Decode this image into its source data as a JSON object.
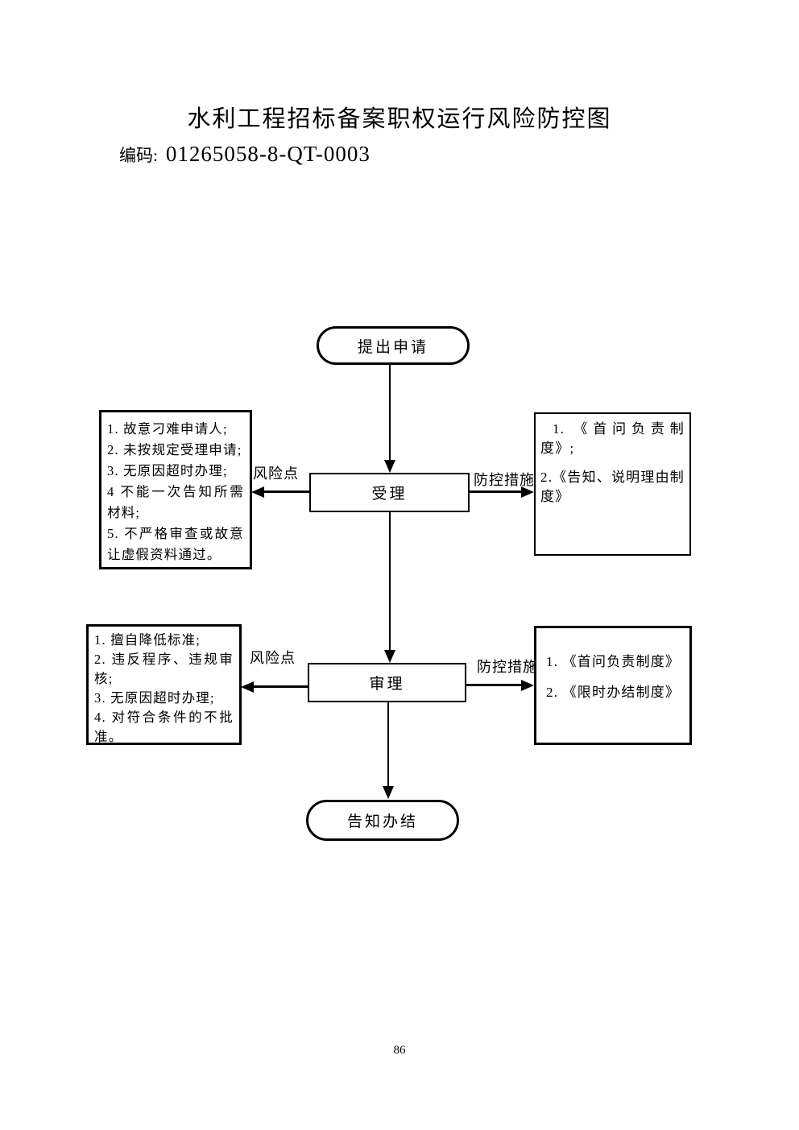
{
  "page": {
    "title": "水利工程招标备案职权运行风险防控图",
    "code_label": "编码:",
    "code_value": "01265058-8-QT-0003",
    "page_number": "86"
  },
  "flowchart": {
    "start_node": "提出申请",
    "end_node": "告知办结",
    "step1": {
      "name": "受理",
      "risk_label": "风险点",
      "measure_label": "防控措施",
      "risks": [
        "1. 故意刁难申请人;",
        "2. 未按规定受理申请;",
        "3. 无原因超时办理;",
        "4 不能一次告知所需材料;",
        "5. 不严格审查或故意让虚假资料通过。"
      ],
      "measures": [
        "1. 《首问负责制度》;",
        "2.《告知、说明理由制度》"
      ]
    },
    "step2": {
      "name": "审理",
      "risk_label": "风险点",
      "measure_label": "防控措施",
      "risks": [
        "1. 擅自降低标准;",
        "2. 违反程序、违规审核;",
        "3. 无原因超时办理;",
        "4. 对符合条件的不批准。"
      ],
      "measures": [
        "1. 《首问负责制度》",
        "2. 《限时办结制度》"
      ]
    }
  }
}
